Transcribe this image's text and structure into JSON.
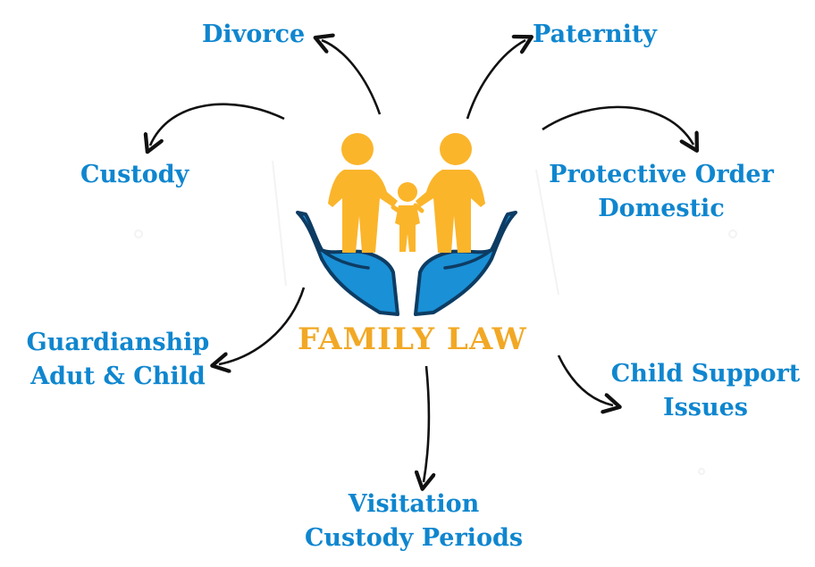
{
  "center": {
    "title": "FAMILY LAW"
  },
  "topics": {
    "divorce": "Divorce",
    "paternity": "Paternity",
    "custody": "Custody",
    "protective_order": [
      "Protective Order",
      "Domestic"
    ],
    "guardianship": [
      "Guardianship",
      "Adut & Child"
    ],
    "child_support": [
      "Child Support",
      "Issues"
    ],
    "visitation": [
      "Visitation",
      "Custody Periods"
    ]
  },
  "colors": {
    "topic_text": "#0f86cf",
    "title_text": "#f2a825",
    "family_figures": "#fbb52b",
    "hands": "#1a90d6",
    "hands_outline": "#0d3c63",
    "arrows": "#111111"
  },
  "icons": {
    "family": "family-icon",
    "hands": "open-hands-icon"
  }
}
